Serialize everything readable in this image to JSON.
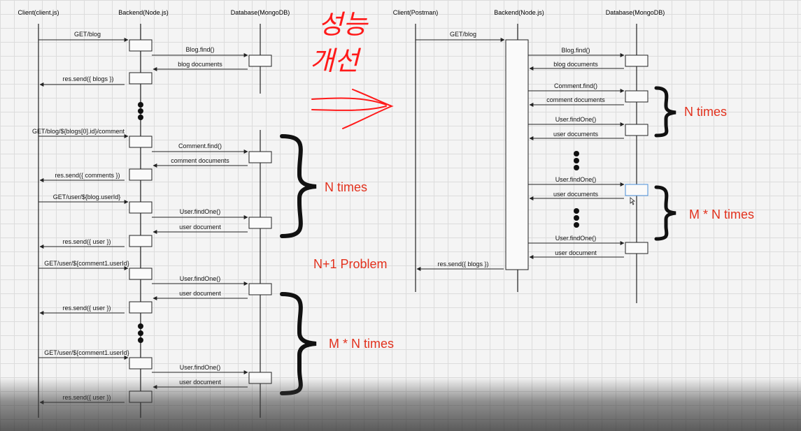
{
  "colors": {
    "line": "#222222",
    "note": "#e2311d",
    "handwriting": "#ff1a1a",
    "background": "#f4f4f4"
  },
  "left": {
    "participants": [
      "Client(client.js)",
      "Backend(Node.js)",
      "Database(MongoDB)"
    ],
    "messages": [
      "GET/blog",
      "Blog.find()",
      "blog documents",
      "res.send({ blogs })",
      "GET/blog/${blogs[0].id}/comment",
      "Comment.find()",
      "comment documents",
      "res.send({ comments })",
      "GET/user/${blog.userId}",
      "User.findOne()",
      "user document",
      "res.send({ user })",
      "GET/user/${comment1.userId}",
      "User.findOne()",
      "user document",
      "res.send({ user })",
      "GET/user/${comment1.userId}",
      "User.findOne()",
      "user document",
      "res.send({ user })"
    ],
    "notes": [
      "N times",
      "N+1 Problem",
      "M * N times"
    ]
  },
  "right": {
    "participants": [
      "Client(Postman)",
      "Backend(Node.js)",
      "Database(MongoDB)"
    ],
    "messages": [
      "GET/blog",
      "Blog.find()",
      "blog documents",
      "Comment.find()",
      "comment documents",
      "User.findOne()",
      "user documents",
      "User.findOne()",
      "user documents",
      "User.findOne()",
      "user document",
      "res.send({ blogs })"
    ],
    "notes": [
      "N times",
      "M * N times"
    ]
  },
  "handwriting": [
    "성능",
    "개선"
  ]
}
